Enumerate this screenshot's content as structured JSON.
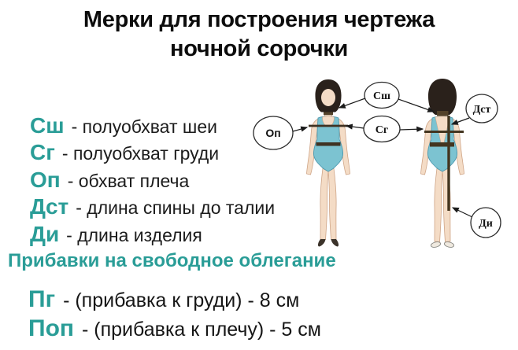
{
  "slide": {
    "title_line1": "Мерки для построения чертежа",
    "title_line2": "ночной сорочки"
  },
  "measurements": [
    {
      "abbr": "Сш",
      "desc": "- полуобхват шеи"
    },
    {
      "abbr": "Сг",
      "desc": "- полуобхват груди"
    },
    {
      "abbr": "Оп",
      "desc": "- обхват плеча"
    },
    {
      "abbr": "Дст",
      "desc": "- длина спины до талии"
    },
    {
      "abbr": "Ди",
      "desc": "- длина изделия"
    }
  ],
  "allowances": {
    "heading": "Прибавки на свободное облегание",
    "items": [
      {
        "abbr": "Пг",
        "desc": "- (прибавка к груди) - 8 см"
      },
      {
        "abbr": "Поп",
        "desc": "- (прибавка к плечу) - 5 см"
      }
    ]
  },
  "diagram": {
    "callouts": [
      {
        "id": "neck",
        "label": "Сш"
      },
      {
        "id": "chest",
        "label": "Сг"
      },
      {
        "id": "arm",
        "label": "Оп"
      },
      {
        "id": "back-to-waist",
        "label": "Дст"
      },
      {
        "id": "item-length",
        "label": "Ди"
      }
    ]
  },
  "colors": {
    "accent_teal": "#2a9d97",
    "title_black": "#0c0c0c",
    "swimsuit": "#7cc3d1",
    "skin": "#f4dcc6",
    "hair": "#2a211b",
    "tape_band": "#43351f"
  }
}
